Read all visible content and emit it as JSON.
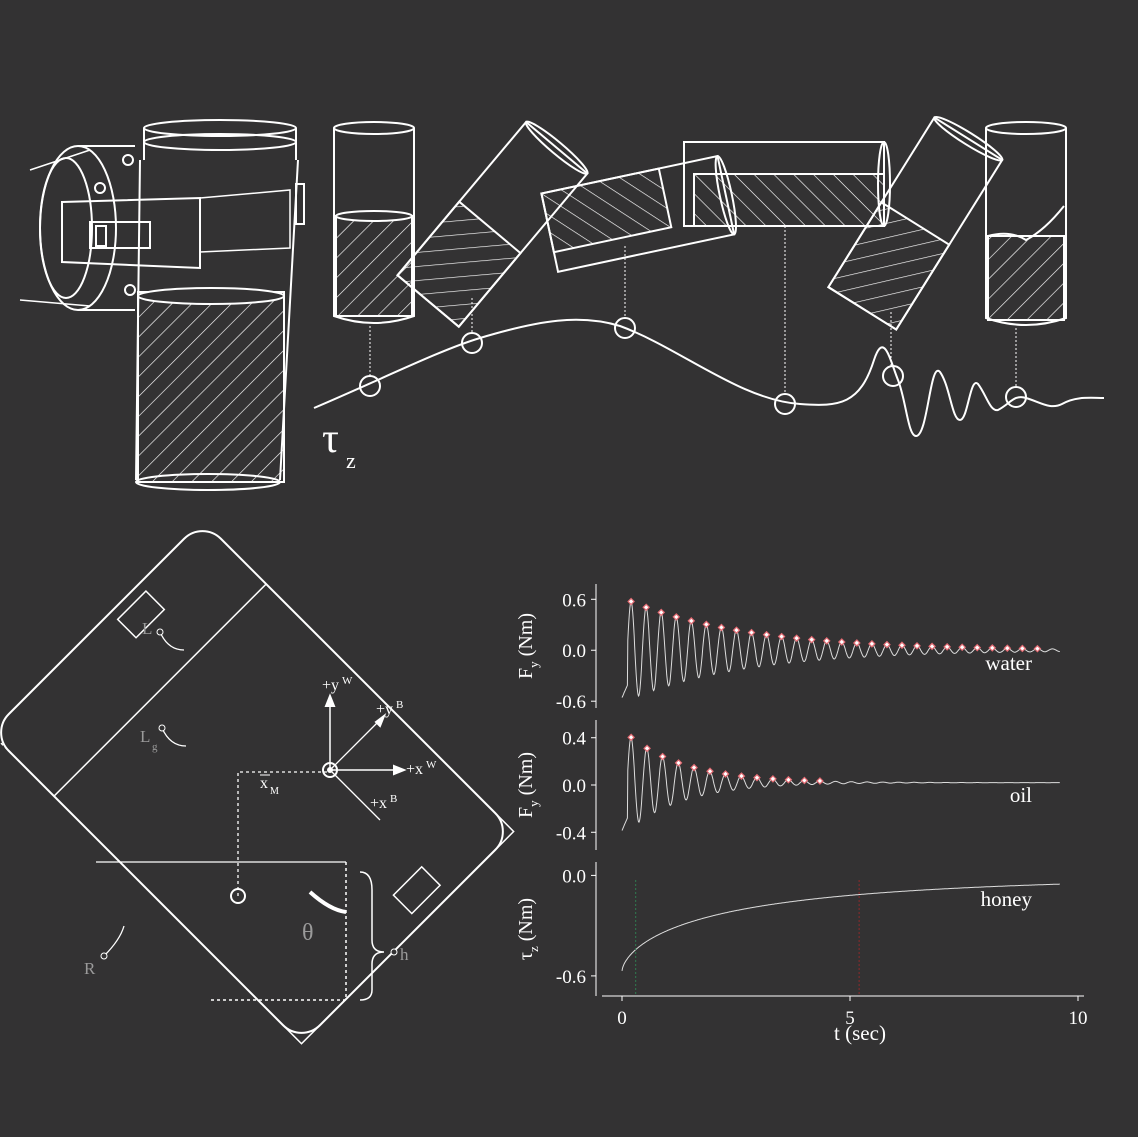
{
  "colors": {
    "background": "#333233",
    "ink": "#ffffff",
    "peak_marker": "#e46a72",
    "vline_red": "#8c2a2a",
    "vline_green": "#2f7a4f"
  },
  "top_illustration": {
    "torque_symbol": "τ",
    "torque_sub": "z"
  },
  "geometry": {
    "L": "L",
    "Lg": "L",
    "Lg_sub": "g",
    "yw": "+y",
    "yw_sup": "W",
    "yb": "+y",
    "yb_sup": "B",
    "xw": "+x",
    "xw_sup": "W",
    "xb": "+x",
    "xb_sup": "B",
    "xm": "x",
    "xm_sub": "M",
    "theta": "θ",
    "R": "R",
    "h": "h"
  },
  "chart_data": [
    {
      "type": "line",
      "series": [
        {
          "name": "water",
          "decay_tau": 2.6,
          "amplitude": 0.62,
          "period": 0.33,
          "offset": 0.0
        }
      ],
      "peaks_t": [
        0.2,
        0.53,
        0.86,
        1.19,
        1.52,
        1.85,
        2.18,
        2.51,
        2.84,
        3.17,
        3.5,
        3.83,
        4.16,
        4.49,
        4.82,
        5.15,
        5.48,
        5.81,
        6.14,
        6.47,
        6.8,
        7.13,
        7.46,
        7.79,
        8.12,
        8.45,
        8.78,
        9.11
      ],
      "xlim": [
        -0.1,
        9.7
      ],
      "ylim": [
        -0.68,
        0.78
      ],
      "yticks": [
        "0.6",
        "0.0",
        "-0.6"
      ],
      "ytick_values": [
        0.6,
        0.0,
        -0.6
      ],
      "ylabel": "F",
      "ylabel_sub": "y",
      "ylabel_unit": "(Nm)"
    },
    {
      "type": "line",
      "series": [
        {
          "name": "oil",
          "decay_tau": 1.25,
          "amplitude": 0.45,
          "period": 0.345,
          "offset": 0.02
        }
      ],
      "peaks_t": [
        0.2,
        0.55,
        0.89,
        1.24,
        1.58,
        1.93,
        2.27,
        2.62,
        2.96,
        3.31,
        3.65,
        4.0,
        4.34
      ],
      "xlim": [
        -0.1,
        9.7
      ],
      "ylim": [
        -0.55,
        0.55
      ],
      "yticks": [
        "0.4",
        "0.0",
        "-0.4"
      ],
      "ytick_values": [
        0.4,
        0.0,
        -0.4
      ],
      "ylabel": "F",
      "ylabel_sub": "y",
      "ylabel_unit": "(Nm)"
    },
    {
      "type": "line",
      "series": [
        {
          "name": "honey",
          "start": -0.57,
          "curve_k": 0.55
        }
      ],
      "vlines_t": [
        0.3,
        5.2
      ],
      "xlim": [
        -0.1,
        9.7
      ],
      "ylim": [
        -0.72,
        0.08
      ],
      "yticks": [
        "0.0",
        "-0.6"
      ],
      "ytick_values": [
        0.0,
        -0.6
      ],
      "xticks": [
        "0",
        "5",
        "10"
      ],
      "xtick_values": [
        0,
        5,
        10
      ],
      "xlabel": "t (sec)",
      "ylabel": "τ",
      "ylabel_sub": "z",
      "ylabel_unit": "(Nm)"
    }
  ]
}
